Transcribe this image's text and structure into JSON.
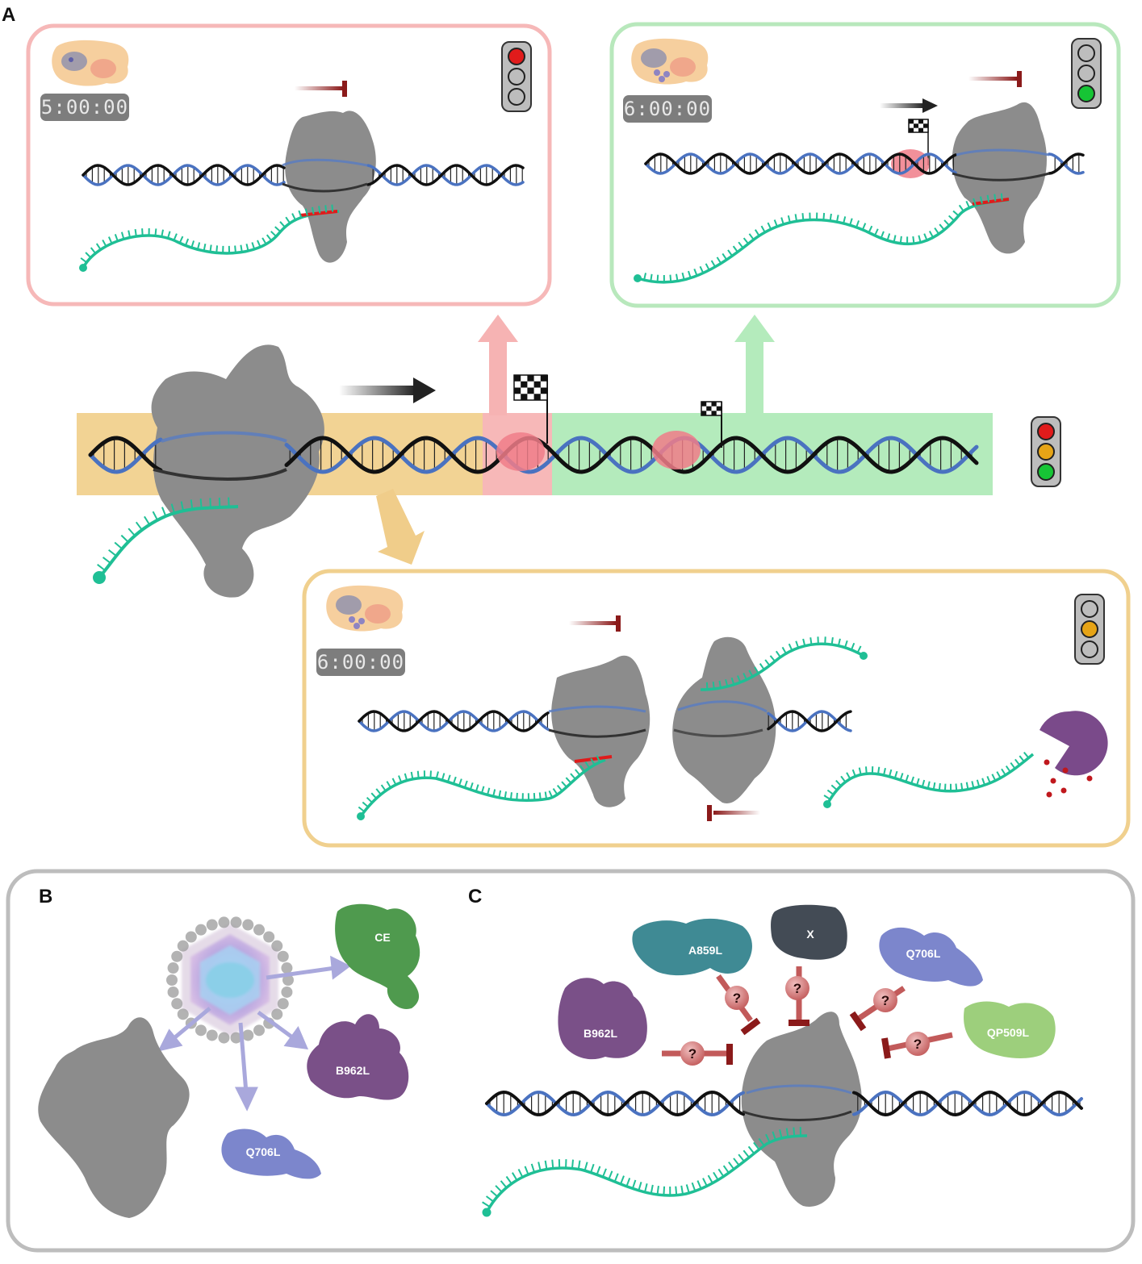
{
  "panels": {
    "a": "A",
    "b": "B",
    "c": "C"
  },
  "timers": {
    "red": "5:00:00",
    "green": "6:00:00",
    "amber": "6:00:00"
  },
  "proteins": {
    "ce": "CE",
    "b962l": "B962L",
    "q706l": "Q706L",
    "a859l": "A859L",
    "x": "X",
    "qp509l": "QP509L"
  },
  "inhibitor_mark": "?",
  "colors": {
    "dna_strand_dark": "#111111",
    "dna_strand_blue": "#4a72c0",
    "rna": "#1fbf95",
    "polymerase": "#8c8c8c",
    "red_zone": "#f7b8b8",
    "green_zone": "#b4ebbc",
    "amber_zone": "#f2d394",
    "red_frame": "#f6b8b8",
    "green_frame": "#b8e8bc",
    "amber_frame": "#f0d08e",
    "grey_frame": "#bdbdbd",
    "inhibition": "#8b1a1a",
    "exonuclease": "#7a4a8a",
    "ce_protein": "#4f9a4e",
    "b962l_protein": "#7a5088",
    "q706l_protein": "#7c86cc",
    "a859l_protein": "#3f8a94",
    "x_protein": "#434b55",
    "qp509l_protein": "#9dcf7c"
  },
  "icons": [
    "traffic-light-icon",
    "checkered-flag-icon",
    "host-cell-icon",
    "exonuclease-icon",
    "virion-icon",
    "inhibition-icon"
  ]
}
